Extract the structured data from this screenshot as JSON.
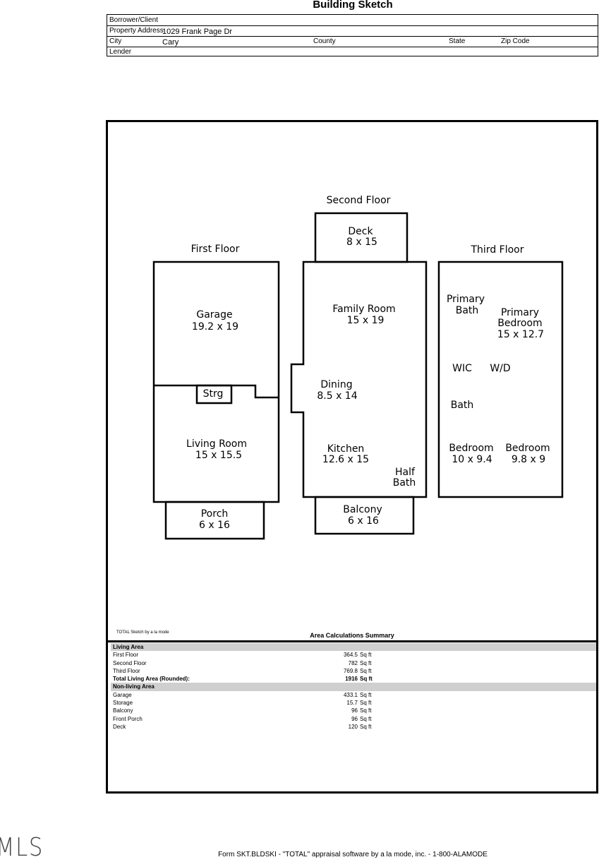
{
  "page": {
    "title": "Building Sketch",
    "footer": "Form SKT.BLDSKI - \"TOTAL\" appraisal software by a la mode, inc. - 1-800-ALAMODE",
    "logo_text": "MLS"
  },
  "header": {
    "borrower_label": "Borrower/Client",
    "borrower_value": "",
    "address_label": "Property Address",
    "address_value": "1029 Frank Page Dr",
    "city_label": "City",
    "city_value": "Cary",
    "county_label": "County",
    "county_value": "",
    "state_label": "State",
    "state_value": "",
    "zip_label": "Zip Code",
    "zip_value": "",
    "lender_label": "Lender",
    "lender_value": ""
  },
  "sketch": {
    "first_floor": "First Floor",
    "second_floor": "Second Floor",
    "third_floor": "Third Floor",
    "garage": "Garage",
    "garage_dim": "19.2 x 19",
    "strg": "Strg",
    "living_room": "Living Room",
    "living_room_dim": "15 x 15.5",
    "porch": "Porch",
    "porch_dim": "6 x 16",
    "deck": "Deck",
    "deck_dim": "8 x 15",
    "family_room": "Family Room",
    "family_room_dim": "15 x 19",
    "dining": "Dining",
    "dining_dim": "8.5 x 14",
    "kitchen": "Kitchen",
    "kitchen_dim": "12.6 x 15",
    "half": "Half",
    "bath_word": "Bath",
    "balcony": "Balcony",
    "balcony_dim": "6 x 16",
    "primary_bath_1": "Primary",
    "primary_bath_2": "Bath",
    "primary_bed_1": "Primary",
    "primary_bed_2": "Bedroom",
    "primary_bed_dim": "15 x 12.7",
    "wic": "WIC",
    "wd": "W/D",
    "bath": "Bath",
    "bedroom1": "Bedroom",
    "bedroom1_dim": "10 x 9.4",
    "bedroom2": "Bedroom",
    "bedroom2_dim": "9.8 x 9"
  },
  "summary": {
    "credit": "TOTAL Sketch by a la mode",
    "title": "Area Calculations Summary",
    "living_header": "Living Area",
    "first_floor": {
      "label": "First Floor",
      "value": "364.5",
      "unit": "Sq ft"
    },
    "second_floor": {
      "label": "Second Floor",
      "value": "782",
      "unit": "Sq ft"
    },
    "third_floor": {
      "label": "Third Floor",
      "value": "769.8",
      "unit": "Sq ft"
    },
    "total": {
      "label": "Total Living Area (Rounded):",
      "value": "1916",
      "unit": "Sq ft"
    },
    "nonliving_header": "Non-living Area",
    "garage": {
      "label": "Garage",
      "value": "433.1",
      "unit": "Sq ft"
    },
    "storage": {
      "label": "Storage",
      "value": "15.7",
      "unit": "Sq ft"
    },
    "balcony": {
      "label": "Balcony",
      "value": "96",
      "unit": "Sq ft"
    },
    "front_porch": {
      "label": "Front Porch",
      "value": "96",
      "unit": "Sq ft"
    },
    "deck": {
      "label": "Deck",
      "value": "120",
      "unit": "Sq ft"
    }
  }
}
